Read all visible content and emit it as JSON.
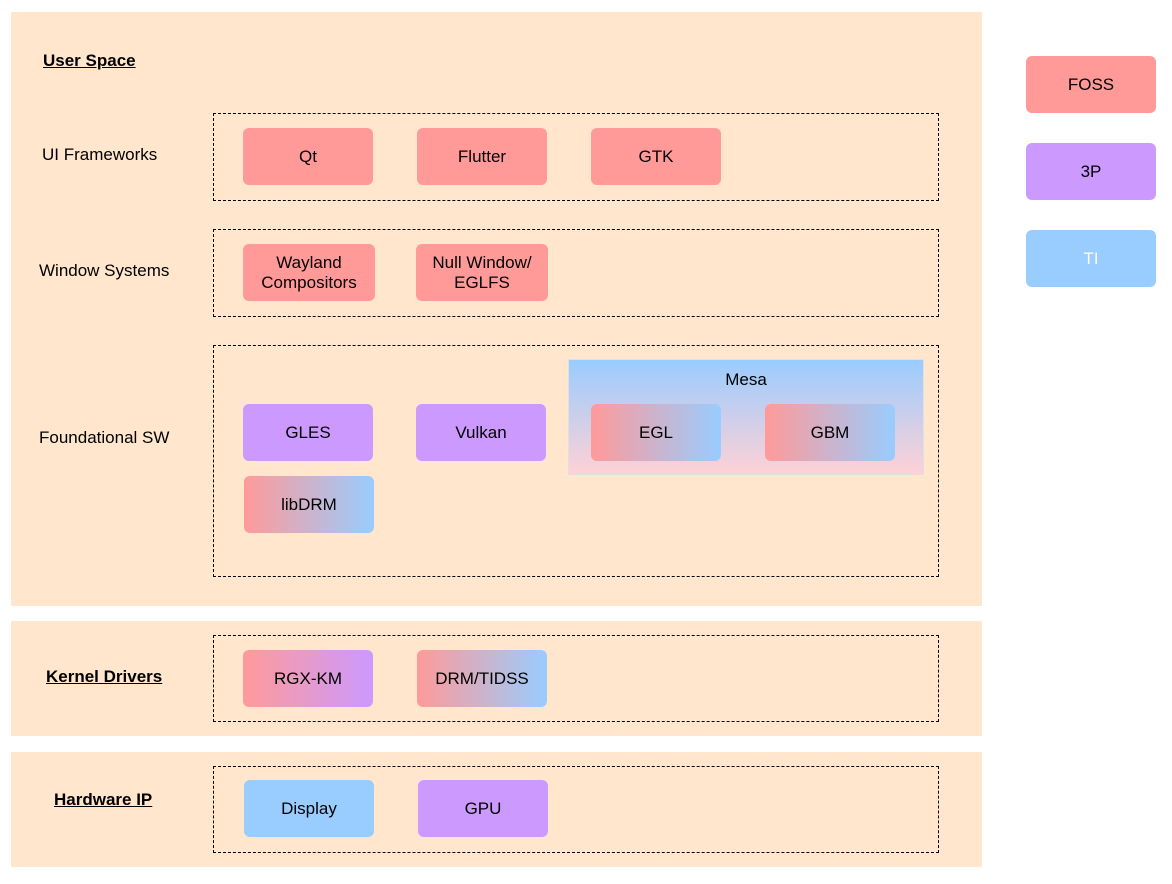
{
  "sections": {
    "user_space": "User Space",
    "kernel_drivers": "Kernel Drivers",
    "hardware_ip": "Hardware IP"
  },
  "rows": {
    "ui_frameworks": "UI Frameworks",
    "window_systems": "Window Systems",
    "foundational_sw": "Foundational SW"
  },
  "boxes": {
    "qt": "Qt",
    "flutter": "Flutter",
    "gtk": "GTK",
    "wayland_line1": "Wayland",
    "wayland_line2": "Compositors",
    "nullwin_line1": "Null Window/",
    "nullwin_line2": "EGLFS",
    "gles": "GLES",
    "vulkan": "Vulkan",
    "mesa": "Mesa",
    "egl": "EGL",
    "gbm": "GBM",
    "libdrm": "libDRM",
    "rgx_km": "RGX-KM",
    "drm_tidss": "DRM/TIDSS",
    "display": "Display",
    "gpu": "GPU"
  },
  "legend": {
    "foss": "FOSS",
    "third_party": "3P",
    "ti": "TI"
  },
  "colors": {
    "panel": "#ffe6cc",
    "foss": "#ff9a99",
    "third_party": "#cc99ff",
    "ti": "#99ccff"
  }
}
